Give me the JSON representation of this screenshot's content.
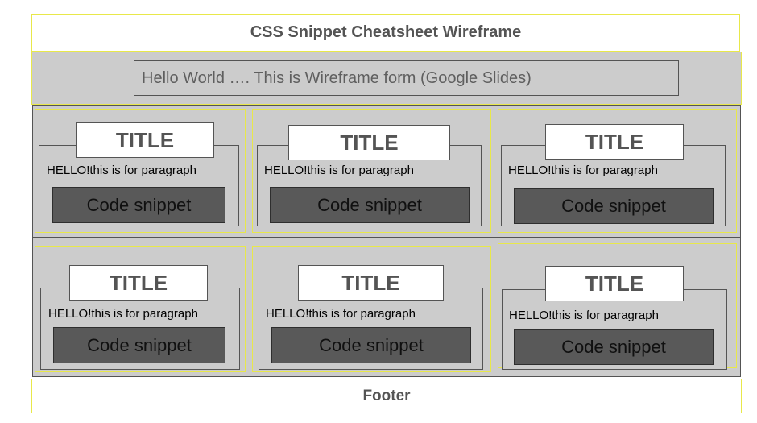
{
  "header": {
    "title": "CSS Snippet Cheatsheet Wireframe"
  },
  "banner": {
    "text": "Hello World …. This is Wireframe form (Google Slides)"
  },
  "cards": [
    {
      "title": "TITLE",
      "paragraph": "HELLO!this is for paragraph",
      "code": "Code snippet"
    },
    {
      "title": "TITLE",
      "paragraph": "HELLO!this is for paragraph",
      "code": "Code snippet"
    },
    {
      "title": "TITLE",
      "paragraph": "HELLO!this is for paragraph",
      "code": "Code snippet"
    },
    {
      "title": "TITLE",
      "paragraph": "HELLO!this is for paragraph",
      "code": "Code snippet"
    },
    {
      "title": "TITLE",
      "paragraph": "HELLO!this is for paragraph",
      "code": "Code snippet"
    },
    {
      "title": "TITLE",
      "paragraph": "HELLO!this is for paragraph",
      "code": "Code snippet"
    }
  ],
  "footer": {
    "text": "Footer"
  }
}
